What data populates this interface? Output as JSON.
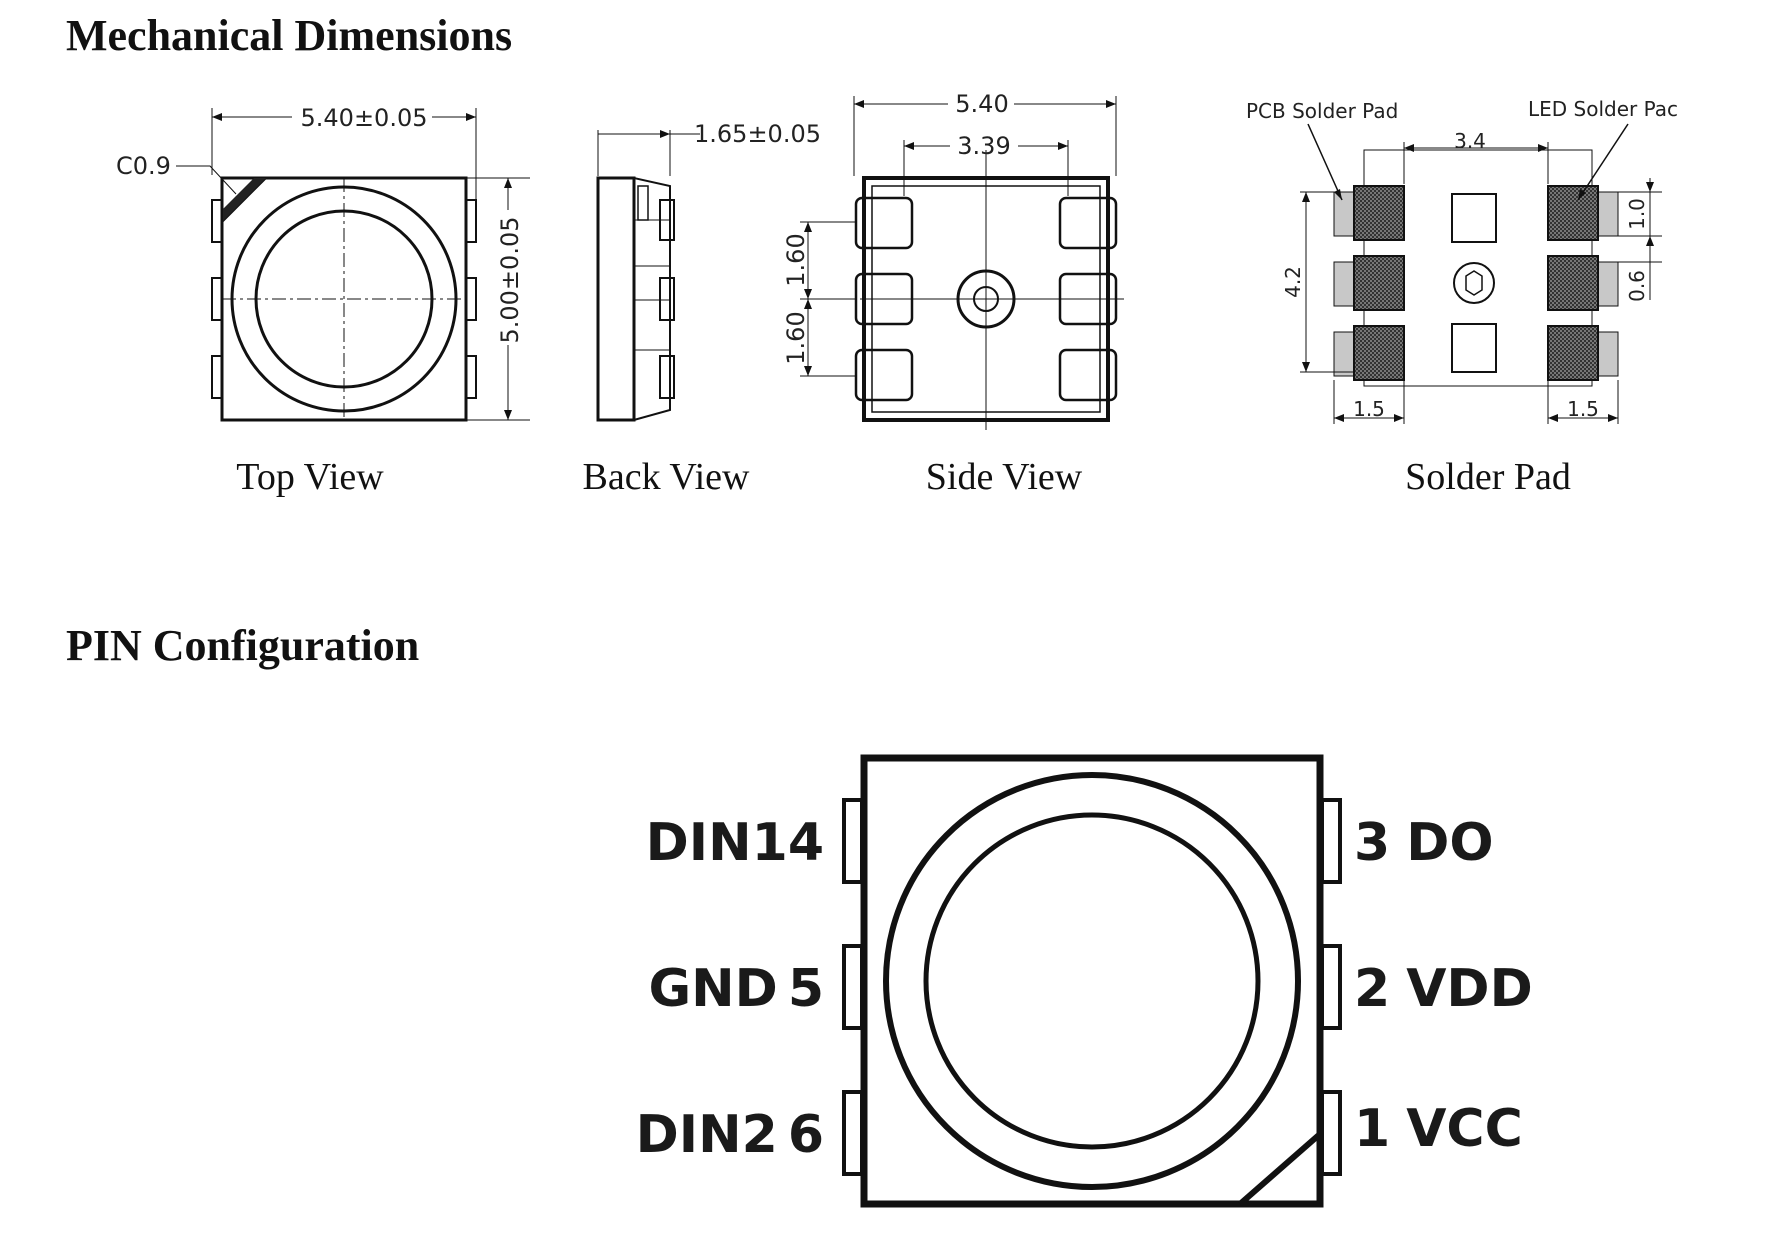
{
  "sections": {
    "mechanical_title": "Mechanical Dimensions",
    "pin_title": "PIN Configuration"
  },
  "views": {
    "top": {
      "caption": "Top View",
      "width_dim": "5.40±0.05",
      "height_dim": "5.00±0.05",
      "chamfer": "C0.9"
    },
    "back": {
      "caption": "Back View",
      "thickness_dim": "1.65±0.05"
    },
    "side": {
      "caption": "Side View",
      "outer_width": "5.40",
      "inner_width": "3.39",
      "pitch_upper": "1.60",
      "pitch_lower": "1.60"
    },
    "solder": {
      "caption": "Solder Pad",
      "pcb_label": "PCB Solder Pad",
      "led_label": "LED Solder Pac",
      "span": "3.4",
      "height": "4.2",
      "pad_len": "1.0",
      "pad_gap": "0.6",
      "left_width": "1.5",
      "right_width": "1.5"
    }
  },
  "pins": {
    "left": [
      {
        "name": "DIN1",
        "number": "4"
      },
      {
        "name": "GND",
        "number": "5"
      },
      {
        "name": "DIN2",
        "number": "6"
      }
    ],
    "right": [
      {
        "number": "3",
        "name": "DO"
      },
      {
        "number": "2",
        "name": "VDD"
      },
      {
        "number": "1",
        "name": "VCC"
      }
    ]
  }
}
